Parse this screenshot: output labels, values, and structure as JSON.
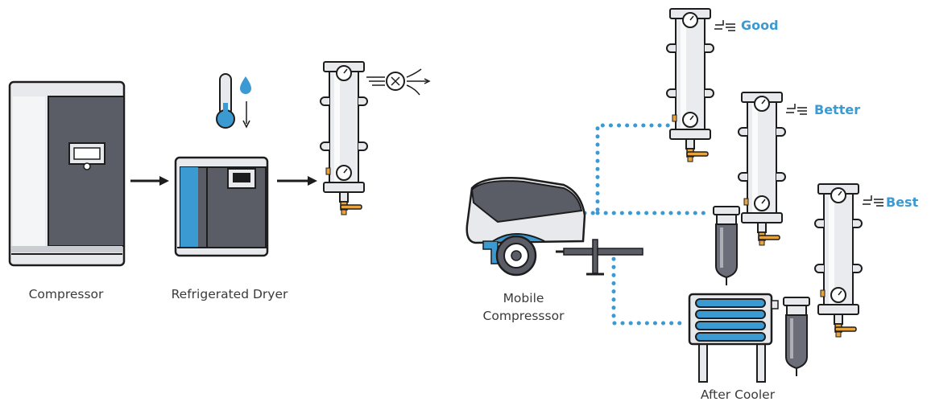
{
  "labels": {
    "compressor": "Compressor",
    "dryer": "Refrigerated Dryer",
    "mobile_line1": "Mobile",
    "mobile_line2": "Compresssor",
    "after_cooler": "After Cooler"
  },
  "grades": {
    "good": "Good",
    "better": "Better",
    "best": "Best"
  },
  "colors": {
    "accent": "#3c9ad2",
    "outline": "#1d1d1d",
    "steel": "#e7e9ec",
    "dark_panel": "#5b5d66",
    "brass": "#e7a33e",
    "dotted_line": "#3c9ad2"
  }
}
